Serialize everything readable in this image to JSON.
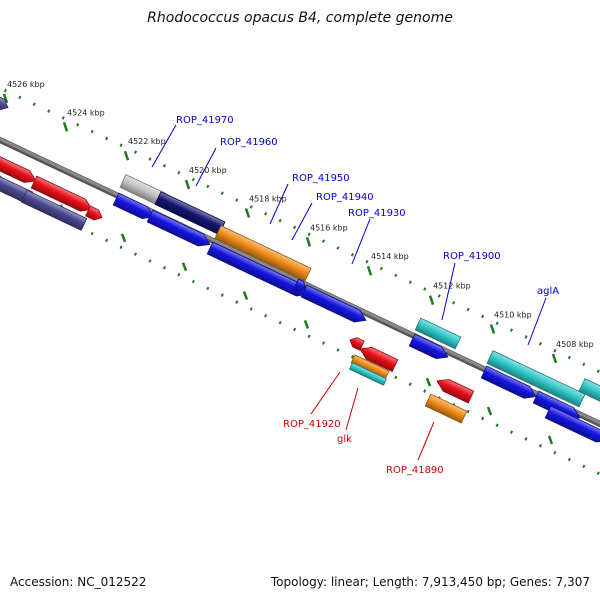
{
  "title": "Rhodococcus opacus B4, complete genome",
  "footer": {
    "accession": "Accession: NC_012522",
    "topology": "Topology: linear; Length: 7,913,450 bp; Genes: 7,307"
  },
  "colors": {
    "backbone": "#888888",
    "ruler": "#1e7a1e",
    "forward_label": "#0000c8",
    "reverse_label": "#cc0000",
    "red": "#e8101a",
    "blue": "#1414e0",
    "navy": "#141470",
    "slate": "#4a4690",
    "grey": "#c4c4c4",
    "orange": "#f08c18",
    "cyan": "#30c8c8"
  },
  "scale": {
    "ticks": [
      {
        "label": "4526 kbp"
      },
      {
        "label": "4524 kbp"
      },
      {
        "label": "4522 kbp"
      },
      {
        "label": "4520 kbp"
      },
      {
        "label": "4518 kbp"
      },
      {
        "label": "4516 kbp"
      },
      {
        "label": "4514 kbp"
      },
      {
        "label": "4512 kbp"
      },
      {
        "label": "4510 kbp"
      },
      {
        "label": "4508 kbp"
      }
    ]
  },
  "gene_labels": {
    "forward": [
      "ROP_41970",
      "ROP_41960",
      "ROP_41950",
      "ROP_41940",
      "ROP_41930",
      "ROP_41900",
      "aglA"
    ],
    "reverse": [
      "ROP_41920",
      "glk",
      "ROP_41890"
    ]
  },
  "features": [
    {
      "name": "feature-slate-a",
      "color": "slate",
      "strand": "left-offmap"
    },
    {
      "name": "feature-red-a",
      "color": "red",
      "strand": "forward"
    },
    {
      "name": "feature-red-b",
      "color": "red",
      "strand": "forward"
    },
    {
      "name": "feature-red-c",
      "color": "red",
      "strand": "forward"
    },
    {
      "name": "feature-slate-b",
      "color": "slate",
      "strand": "forward"
    },
    {
      "name": "feature-slate-c",
      "color": "slate",
      "strand": "forward"
    },
    {
      "name": "feature-grey",
      "color": "grey",
      "strand": "forward"
    },
    {
      "name": "feature-navy",
      "color": "navy",
      "strand": "forward"
    },
    {
      "name": "feature-blue-a",
      "color": "blue",
      "strand": "forward"
    },
    {
      "name": "feature-blue-b",
      "color": "blue",
      "strand": "forward"
    },
    {
      "name": "feature-orange-a",
      "color": "orange",
      "strand": "forward"
    },
    {
      "name": "feature-blue-c",
      "color": "blue",
      "strand": "forward"
    },
    {
      "name": "feature-blue-small",
      "color": "blue",
      "strand": "forward"
    },
    {
      "name": "feature-blue-d",
      "color": "blue",
      "strand": "forward"
    },
    {
      "name": "feature-cyan-a",
      "color": "cyan",
      "strand": "forward"
    },
    {
      "name": "feature-blue-e",
      "color": "blue",
      "strand": "forward"
    },
    {
      "name": "feature-cyan-b",
      "color": "cyan",
      "strand": "forward"
    },
    {
      "name": "feature-blue-f",
      "color": "blue",
      "strand": "forward"
    },
    {
      "name": "feature-blue-g",
      "color": "blue",
      "strand": "forward"
    },
    {
      "name": "feature-cyan-c",
      "color": "cyan",
      "strand": "forward"
    },
    {
      "name": "feature-blue-h",
      "color": "blue",
      "strand": "forward"
    },
    {
      "name": "feature-red-small",
      "color": "red",
      "strand": "reverse"
    },
    {
      "name": "feature-red-d",
      "color": "red",
      "strand": "reverse"
    },
    {
      "name": "feature-orange-b",
      "color": "orange",
      "strand": "reverse"
    },
    {
      "name": "feature-cyan-small",
      "color": "cyan",
      "strand": "reverse"
    },
    {
      "name": "feature-red-e",
      "color": "red",
      "strand": "reverse"
    },
    {
      "name": "feature-orange-c",
      "color": "orange",
      "strand": "reverse"
    }
  ]
}
